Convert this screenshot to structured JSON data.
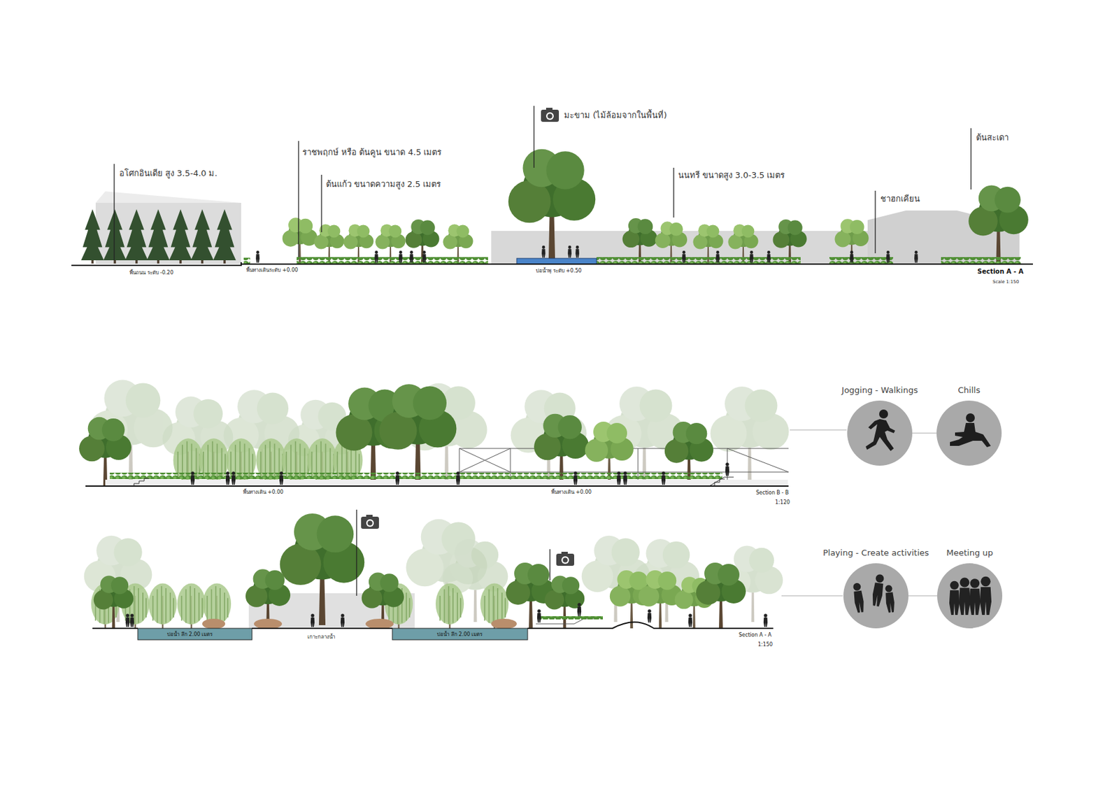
{
  "diagram": {
    "nodes": [
      {
        "text": [
          "Jogging - Walkings"
        ]
      },
      {
        "text": [
          "Chills"
        ]
      },
      {
        "text": [
          "Playing - Create activities"
        ]
      },
      {
        "text": [
          "Meeting up"
        ]
      }
    ],
    "edges": [
      {
        "from": 0,
        "to": 1,
        "arrow": "none"
      },
      {
        "from": 2,
        "to": 3,
        "arrow": "none"
      }
    ],
    "labels": [
      "อโศกอินเดีย สูง 3.5-4.0 ม.",
      "ราชพฤกษ์ หรือ ต้นคูน ขนาด 4.5 เมตร",
      "ต้นแก้ว ขนาดความสูง 2.5 เมตร",
      "มะขาม (ไม้ล้อมจากในพื้นที่)",
      "นนทรี ขนาดสูง 3.0-3.5 เมตร",
      "ชาฮกเคียน",
      "ต้นสะเดา",
      "พื้นถนน ระดับ -0.20",
      "พื้นทางเดินระดับ +0.00",
      "บ่อน้ำพุ ระดับ +0.50",
      "Section A - A",
      "Scale 1:150",
      "พื้นทางเดิน +0.00",
      "พื้นทางเดิน +0.00",
      "Section B - B",
      "1:120",
      "บ่อน้ำ  ลึก 2.00 เมตร",
      "เกาะกลางน้ำ",
      "บ่อน้ำ  ลึก 2.00 เมตร",
      "Section  A - A",
      "1:150"
    ]
  }
}
